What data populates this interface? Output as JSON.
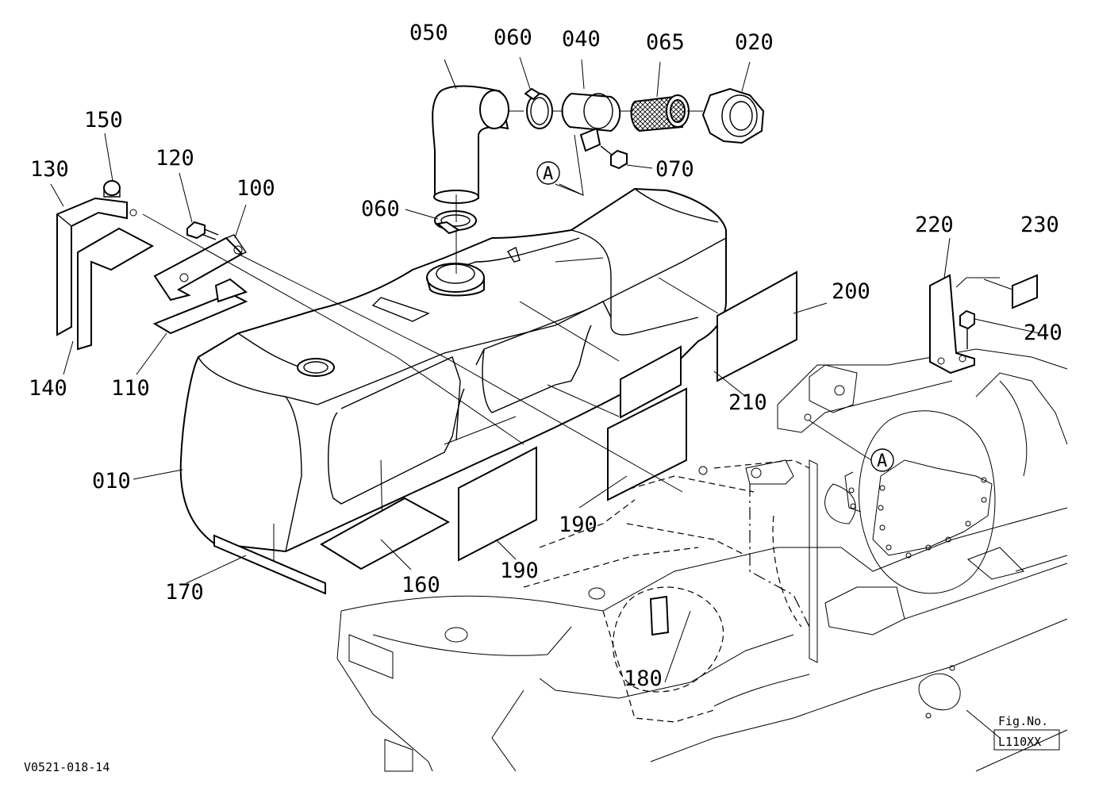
{
  "labels": {
    "p010": "010",
    "p020": "020",
    "p040": "040",
    "p050": "050",
    "p060_top": "060",
    "p060_mid": "060",
    "p065": "065",
    "p070": "070",
    "p100": "100",
    "p110": "110",
    "p120": "120",
    "p130": "130",
    "p140": "140",
    "p150": "150",
    "p160": "160",
    "p170": "170",
    "p180": "180",
    "p190_left": "190",
    "p190_right": "190",
    "p200": "200",
    "p210": "210",
    "p220": "220",
    "p230": "230",
    "p240": "240"
  },
  "refs": {
    "a_top": "A",
    "a_frame": "A"
  },
  "footer": {
    "code": "V0521-018-14",
    "fig_label": "Fig.No.",
    "fig_number": "L110XX"
  }
}
